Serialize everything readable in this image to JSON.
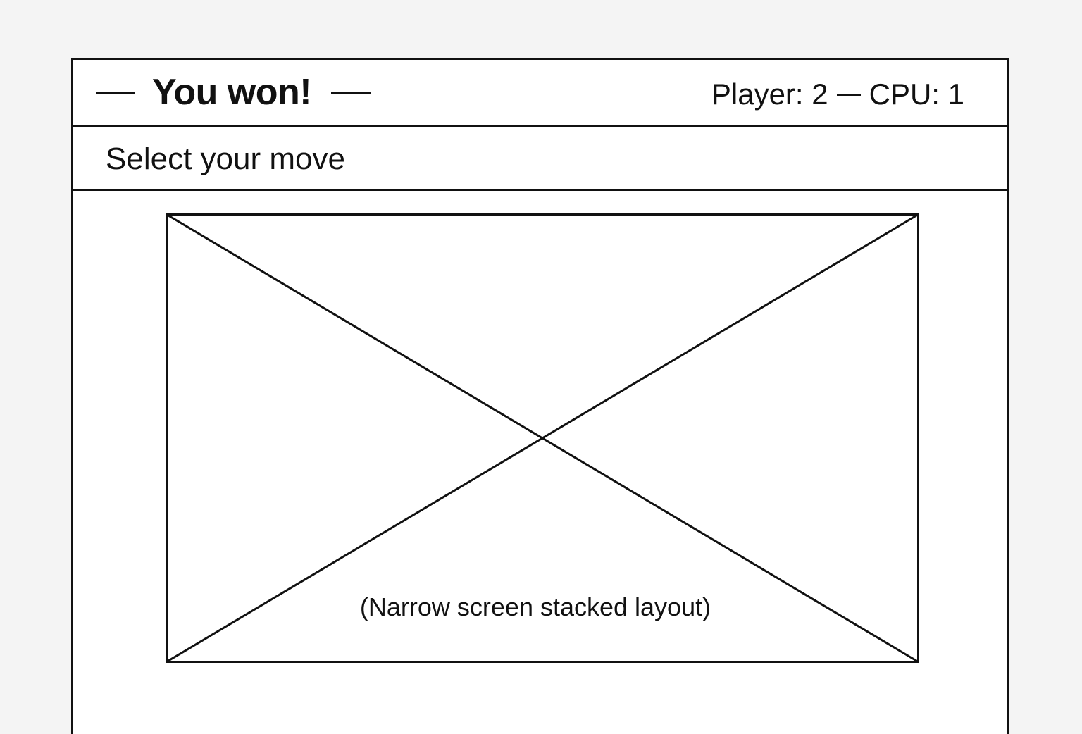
{
  "header": {
    "result_text": "You won!",
    "score": {
      "player_label": "Player: 2",
      "cpu_label": "CPU: 1"
    }
  },
  "move_prompt": "Select your move",
  "placeholder": {
    "caption": "(Narrow screen stacked layout)"
  }
}
